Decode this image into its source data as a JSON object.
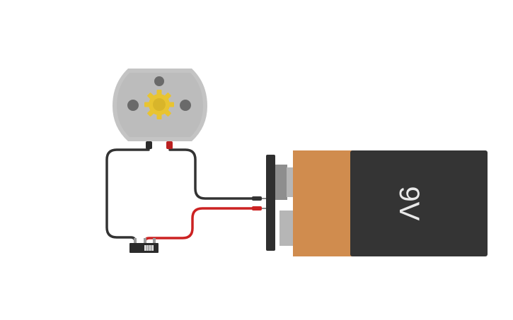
{
  "circuit": {
    "components": {
      "battery": {
        "label": "9V"
      },
      "motor": {
        "type": "dc-motor"
      },
      "switch": {
        "type": "slide-switch"
      }
    },
    "colors": {
      "wire_black": "#333333",
      "wire_red": "#cc2222",
      "battery_copper": "#d08c4e",
      "battery_body": "#343434",
      "motor_body": "#c4c4c4",
      "motor_gear": "#e8c431"
    }
  }
}
